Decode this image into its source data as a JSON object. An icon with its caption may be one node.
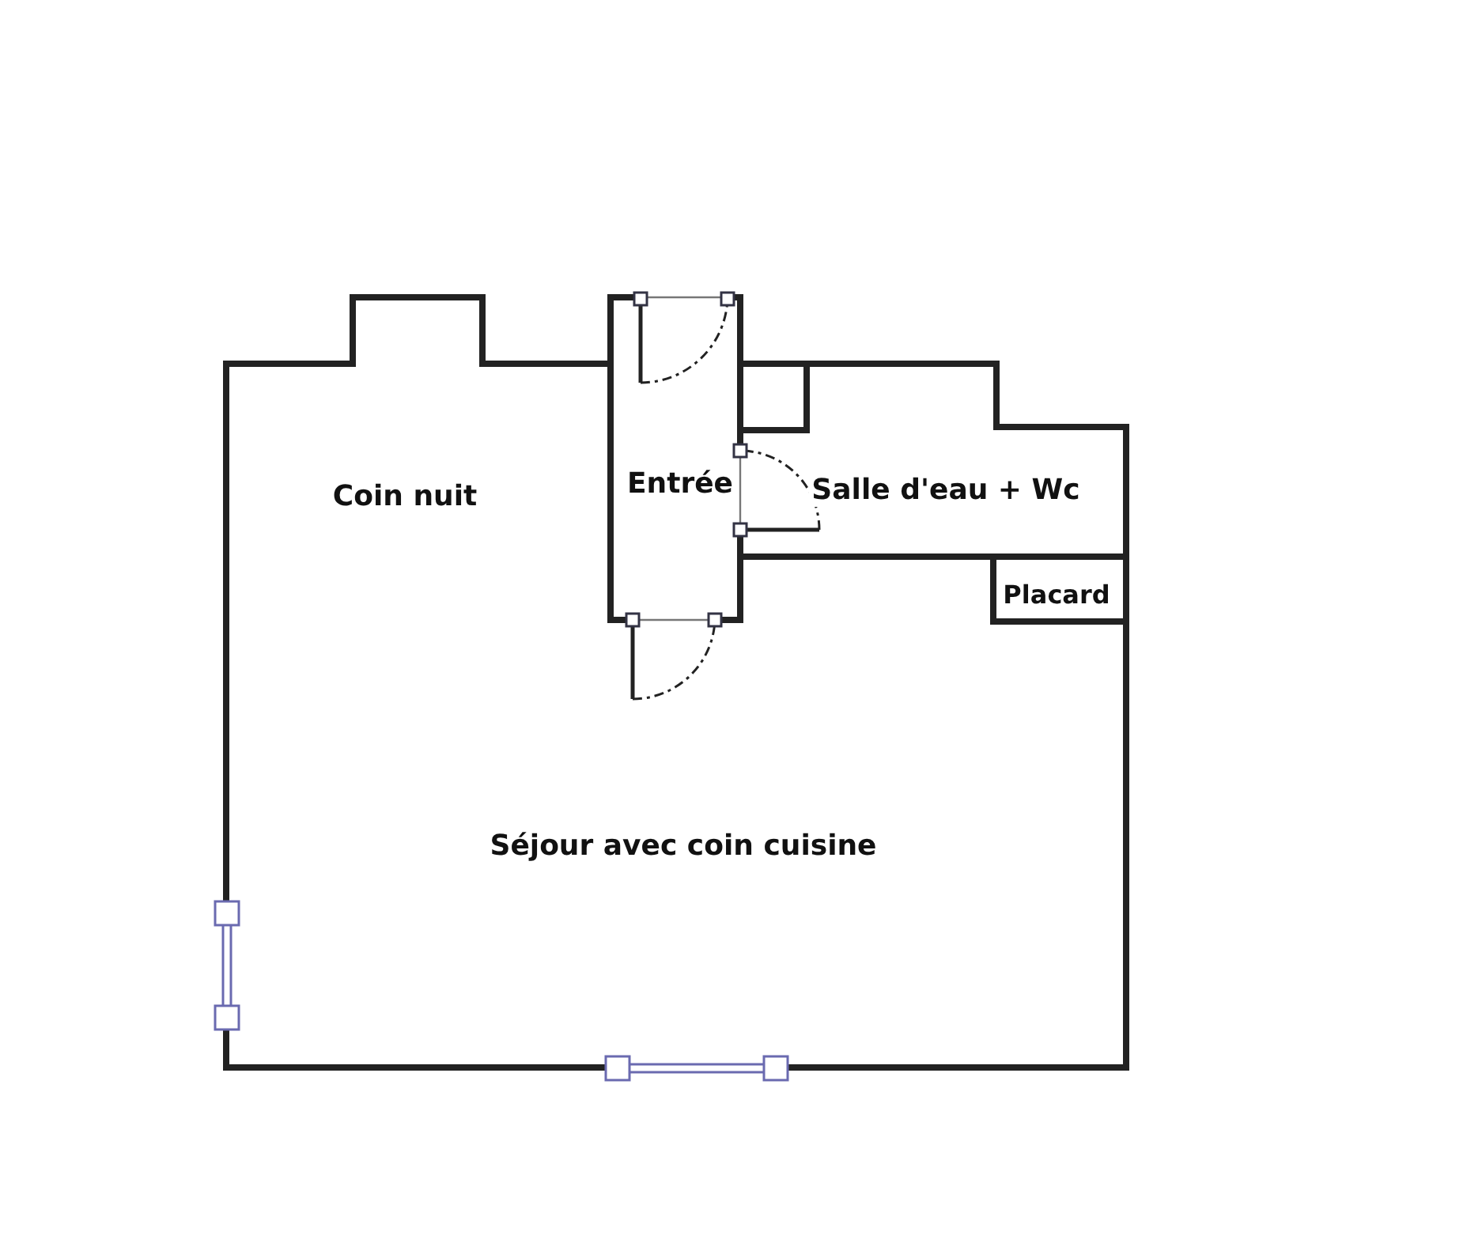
{
  "diagram": {
    "labels": [
      "Coin nuit",
      "Entrée",
      "Salle d'eau + Wc",
      "Placard",
      "Séjour avec coin cuisine"
    ]
  }
}
